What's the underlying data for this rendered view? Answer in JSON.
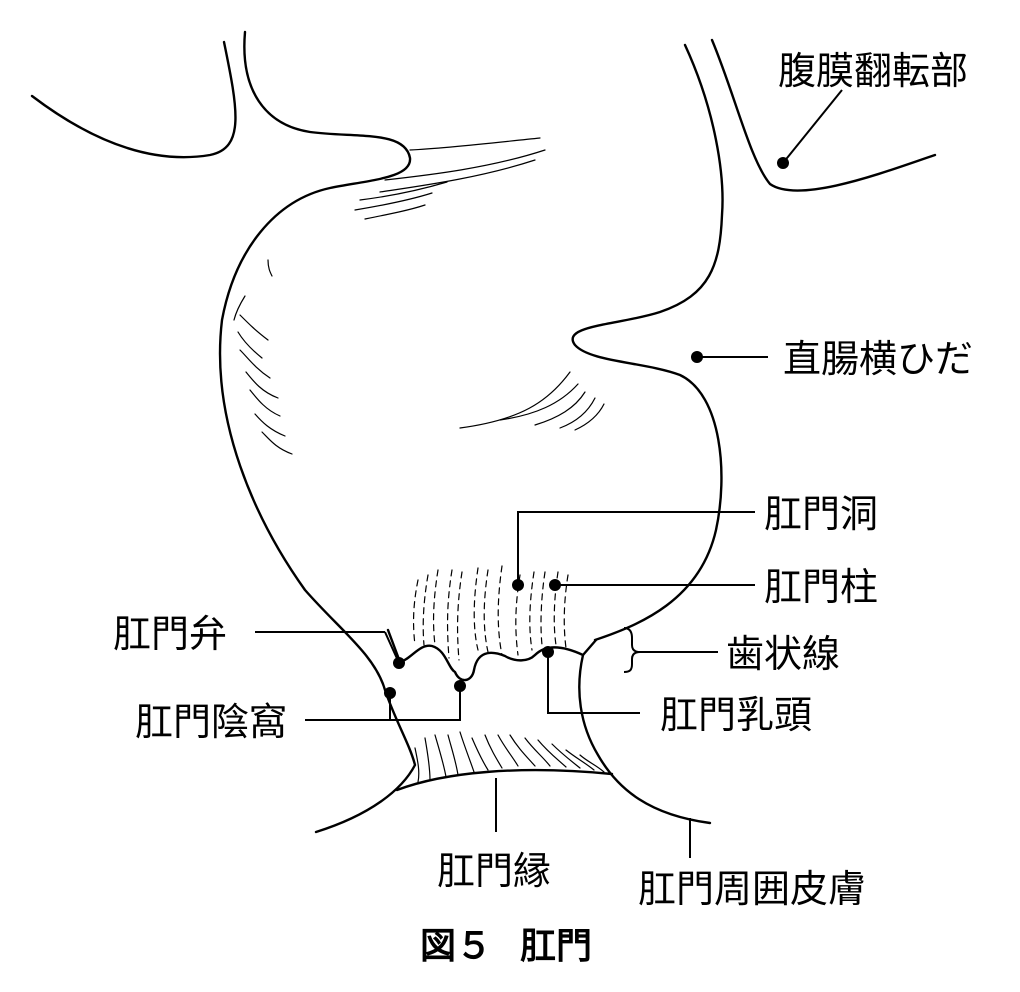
{
  "labels": {
    "peritoneal_reflection": "腹膜翻転部",
    "transverse_rectal_fold": "直腸横ひだ",
    "anal_sinus": "肛門洞",
    "anal_column": "肛門柱",
    "dentate_line": "歯状線",
    "anal_valve": "肛門弁",
    "anal_crypt": "肛門陰窩",
    "anal_papilla": "肛門乳頭",
    "anal_verge": "肛門縁",
    "perianal_skin": "肛門周囲皮膚"
  },
  "caption": {
    "number": "図５",
    "title": "肛門"
  }
}
